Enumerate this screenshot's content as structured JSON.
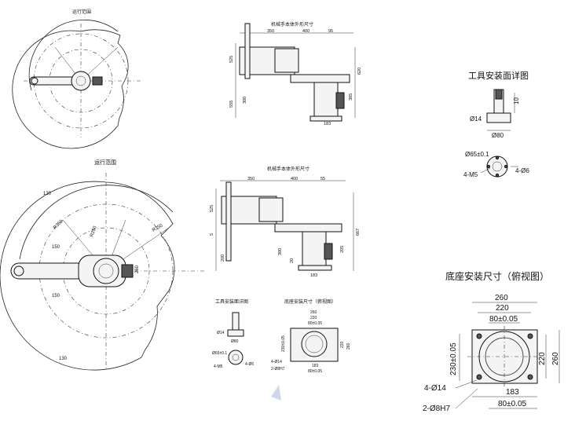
{
  "top_left": {
    "title": "运行范围"
  },
  "mid_left": {
    "title": "运行范围",
    "labels": [
      "130",
      "R350",
      "R250",
      "R350",
      "150",
      "150",
      "260",
      "130"
    ]
  },
  "top_mid": {
    "title": "机械手本体外形尺寸",
    "dims": [
      "350",
      "400",
      "95",
      "525",
      "555",
      "300",
      "183",
      "385",
      "620"
    ]
  },
  "mid_mid": {
    "title": "机械手本体外形尺寸",
    "dims": [
      "350",
      "400",
      "55",
      "525",
      "5",
      "200",
      "390",
      "20",
      "205",
      "183",
      "667"
    ]
  },
  "tool_detail_small": {
    "title": "工具安装面详图",
    "dims": [
      "Ø14",
      "Ø80",
      "Ø65±0.1",
      "4-M5",
      "4-Ø6"
    ]
  },
  "base_small": {
    "title": "底座安装尺寸（俯视图）",
    "dims": [
      "260",
      "220",
      "80±0.05",
      "230±0.05",
      "220",
      "260",
      "183",
      "80±0.05",
      "4-Ø14",
      "2-Ø8H7"
    ]
  },
  "tool_detail_large": {
    "title": "工具安装面详图",
    "dim_dia_14": "Ø14",
    "dim_10": "10",
    "dim_dia_80": "Ø80",
    "dim_dia_65": "Ø65±0.1",
    "dim_m5": "4-M5",
    "dim_holes": "4-Ø6"
  },
  "base_large": {
    "title": "底座安装尺寸（俯视图）",
    "dim_260_top": "260",
    "dim_220_top": "220",
    "dim_80_top": "80±0.05",
    "dim_230_left": "230±0.05",
    "dim_220_right": "220",
    "dim_260_right": "260",
    "dim_183": "183",
    "dim_80_bottom": "80±0.05",
    "dim_holes": "4-Ø14",
    "dim_pins": "2-Ø8H7"
  }
}
